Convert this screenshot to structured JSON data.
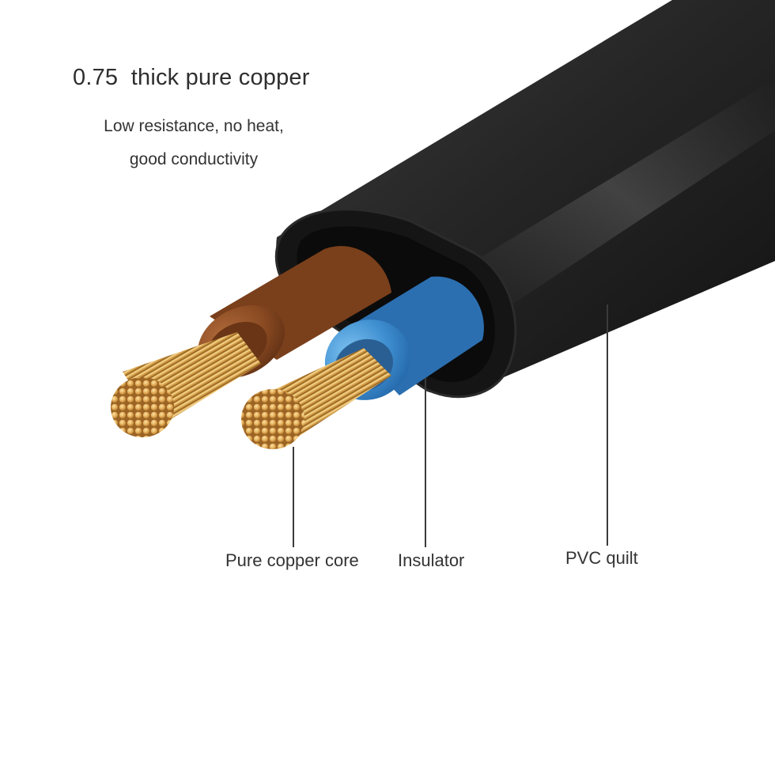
{
  "headline": "0.75  thick pure copper",
  "subtitle_lines": [
    "Low resistance, no heat,",
    "good conductivity"
  ],
  "callouts": {
    "core": "Pure copper core",
    "insulator": "Insulator",
    "sheath": "PVC quilt"
  },
  "colors": {
    "sheath": "#1e1e1e",
    "brown_insulation": "#8a4a22",
    "blue_insulation": "#3f8fd0",
    "copper": "#d8a24a",
    "leader_line": "#3a3a3a"
  }
}
